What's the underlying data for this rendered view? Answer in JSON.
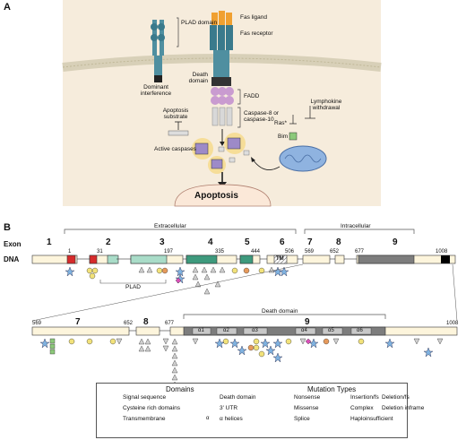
{
  "panel_a": {
    "letter": "A",
    "labels": {
      "plad_domain": "PLAD domain",
      "fas_ligand": "Fas ligand",
      "fas_receptor": "Fas receptor",
      "dominant_interference": "Dominant interference",
      "death_domain": "Death domain",
      "fadd": "FADD",
      "caspase": "Caspase-8 or caspase-10",
      "apoptosis_substrate": "Apoptosis substrate",
      "lymphokine_withdrawal": "Lymphokine withdrawal",
      "ras": "Ras*",
      "bim": "Bim",
      "active_caspases": "Active caspases",
      "apoptosis": "Apoptosis"
    }
  },
  "panel_b": {
    "letter": "B",
    "top_row": {
      "extracellular": "Extracellular",
      "intracellular": "Intracellular",
      "exon_label": "Exon",
      "dna_label": "DNA",
      "exon_numbers": [
        "1",
        "2",
        "3",
        "4",
        "5",
        "6",
        "7",
        "8",
        "9"
      ],
      "coords": [
        "1",
        "31",
        "197",
        "335",
        "444",
        "506",
        "569",
        "652",
        "677",
        "1008"
      ],
      "tm_label": "TM",
      "plad_label": "PLAD"
    },
    "bottom_row": {
      "death_domain": "Death domain",
      "exon_numbers": [
        "7",
        "8",
        "9"
      ],
      "coords": [
        "569",
        "652",
        "677",
        "1008"
      ],
      "helices": [
        "α1",
        "α2",
        "α3",
        "α4",
        "α5",
        "α6"
      ]
    }
  },
  "legend": {
    "domains_title": "Domains",
    "mutation_types_title": "Mutation Types",
    "domain_items": [
      {
        "label": "Signal sequence",
        "color": "#d62b2b"
      },
      {
        "label": "Cysteine rich domains",
        "color": "#5fb89a"
      },
      {
        "label": "Transmembrane",
        "color": "#ffffff"
      },
      {
        "label": "Death domain",
        "color": "#7d7d7d"
      },
      {
        "label": "3' UTR",
        "color": "#000000"
      },
      {
        "label": "α helices",
        "color": "#c8c8c8"
      }
    ],
    "helix_swatch_text": "α",
    "mutation_items": [
      {
        "label": "Nonsense",
        "icon": "circle-icon",
        "color": "#f2e27a"
      },
      {
        "label": "Missense",
        "icon": "star-icon",
        "color": "#7fb2e0"
      },
      {
        "label": "Splice",
        "icon": "triangle-icon",
        "color": "#d0d0d0"
      },
      {
        "label": "Insertion/fs",
        "icon": "square-icon",
        "color": "#8cc97a"
      },
      {
        "label": "Complex",
        "icon": "circle-icon",
        "color": "#e69a5c"
      },
      {
        "label": "Haploinsufficient",
        "icon": "dot-icon",
        "color": "#000000"
      },
      {
        "label": "Deletion/fs",
        "icon": "down-triangle-icon",
        "color": "#d0d0d0"
      },
      {
        "label": "Deletion inframe",
        "icon": "diamond-icon",
        "color": "#d94fb8"
      }
    ]
  }
}
